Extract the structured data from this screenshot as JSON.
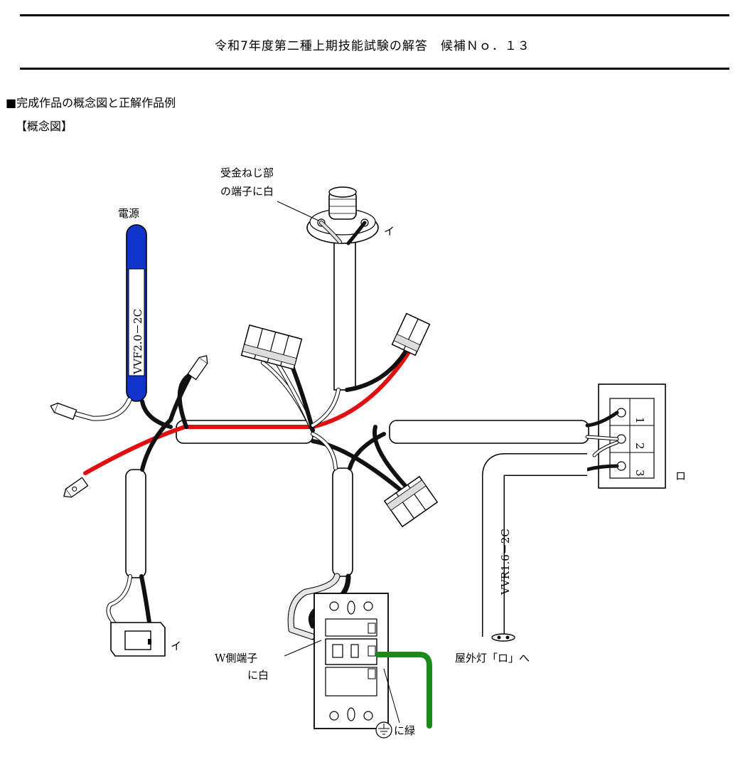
{
  "header": {
    "title": "令和7年度第二種上期技能試験の解答　候補Ｎｏ．１３"
  },
  "section": {
    "heading": "■完成作品の概念図と正解作品例",
    "subheading": "【概念図】"
  },
  "diagram": {
    "power_label": "電源",
    "power_cable": "VVF2.0－2C",
    "lamp_note_line1": "受金ねじ部",
    "lamp_note_line2": "の端子に白",
    "lamp_label": "イ",
    "switch_label": "イ",
    "terminal_block_label": "ロ",
    "terminal_numbers": [
      "1",
      "2",
      "3"
    ],
    "outdoor_cable": "VVR1.6－2C",
    "outdoor_note": "屋外灯「ロ」へ",
    "w_terminal_line1": "W側端子",
    "w_terminal_line2": "に白",
    "ground_note": "に緑",
    "colors": {
      "vvf_sheath": "#1133cc",
      "red_wire": "#e01010",
      "black_wire": "#111111",
      "green_wire": "#1a8a1a",
      "white_wire": "#ffffff"
    }
  }
}
